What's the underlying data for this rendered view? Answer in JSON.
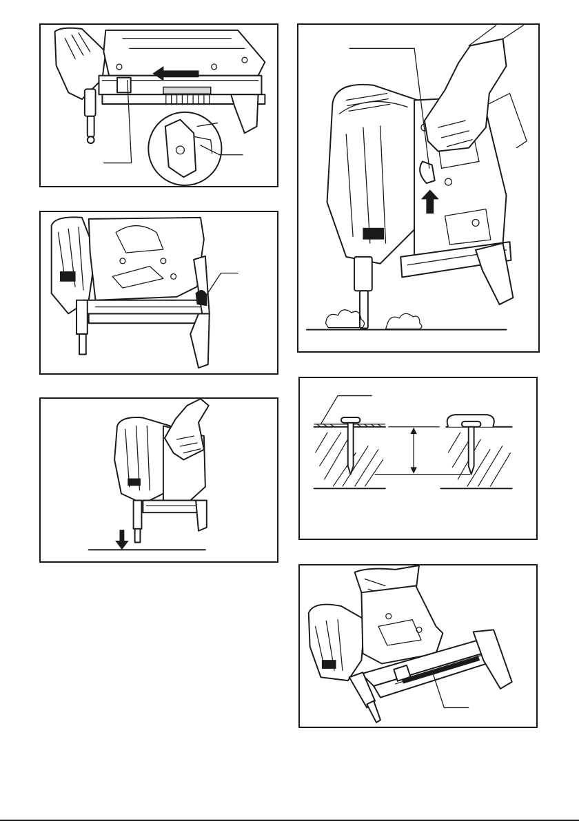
{
  "page": {
    "background": "#ffffff",
    "line_color": "#1a1a1a"
  },
  "figures": [
    {
      "id": "fig-1",
      "icons": [
        "nail-gun-icon",
        "arrow-left-icon",
        "zoom-circle-icon"
      ]
    },
    {
      "id": "fig-2",
      "icons": [
        "nail-gun-icon",
        "magazine-latch-icon"
      ]
    },
    {
      "id": "fig-3",
      "icons": [
        "nail-gun-icon",
        "hand-icon",
        "arrow-down-icon"
      ]
    },
    {
      "id": "fig-4",
      "icons": [
        "nail-gun-icon",
        "hand-icon",
        "arrow-up-icon",
        "dust-puff-icon"
      ]
    },
    {
      "id": "fig-5",
      "icons": [
        "nail-cross-section-icon",
        "depth-dimension-icon",
        "hatched-material-icon"
      ]
    },
    {
      "id": "fig-6",
      "icons": [
        "nail-gun-icon",
        "magazine-rail-icon"
      ]
    }
  ]
}
